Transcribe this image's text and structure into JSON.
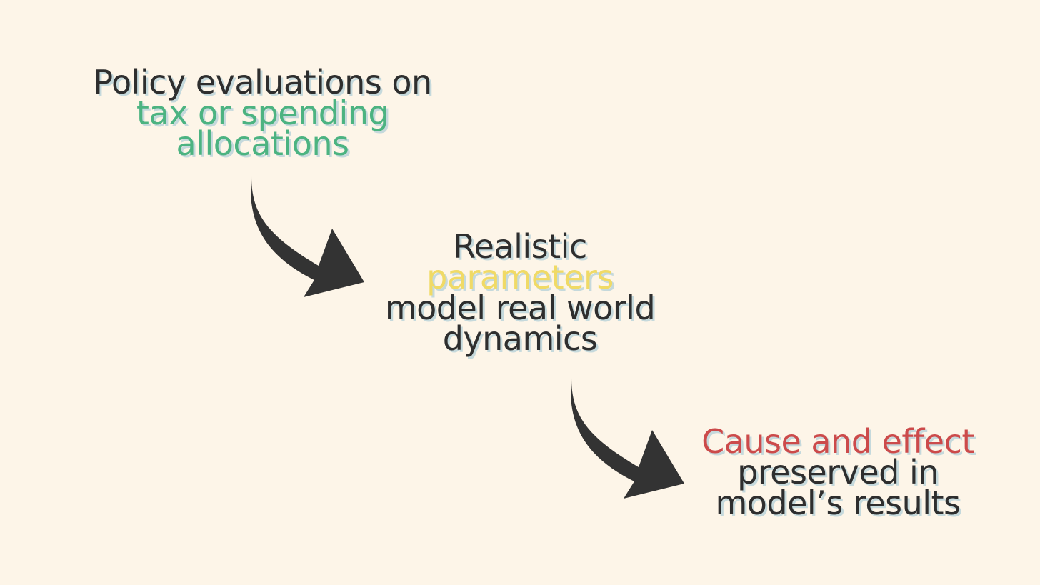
{
  "colors": {
    "background": "#fdf5e8",
    "text": "#2e2e2e",
    "shadow": "#c5d9dc",
    "arrow": "#333333",
    "green": "#4cb381",
    "yellow": "#f0da66",
    "red": "#cc4a4a"
  },
  "steps": [
    {
      "lines": [
        {
          "text": "Policy evaluations on",
          "color": "text"
        },
        {
          "text": "tax or spending",
          "color": "green"
        },
        {
          "text": "allocations",
          "color": "green"
        }
      ]
    },
    {
      "lines": [
        {
          "text": "Realistic",
          "color": "text"
        },
        {
          "text": "parameters",
          "color": "yellow"
        },
        {
          "text": "model real world",
          "color": "text"
        },
        {
          "text": "dynamics",
          "color": "text"
        }
      ]
    },
    {
      "lines": [
        {
          "text": "Cause and effect",
          "color": "red"
        },
        {
          "text": "preserved in",
          "color": "text"
        },
        {
          "text": "model’s results",
          "color": "text"
        }
      ]
    }
  ],
  "arrows": [
    {
      "from": "step-1",
      "to": "step-2",
      "icon": "curved-arrow-icon"
    },
    {
      "from": "step-2",
      "to": "step-3",
      "icon": "curved-arrow-icon"
    }
  ]
}
